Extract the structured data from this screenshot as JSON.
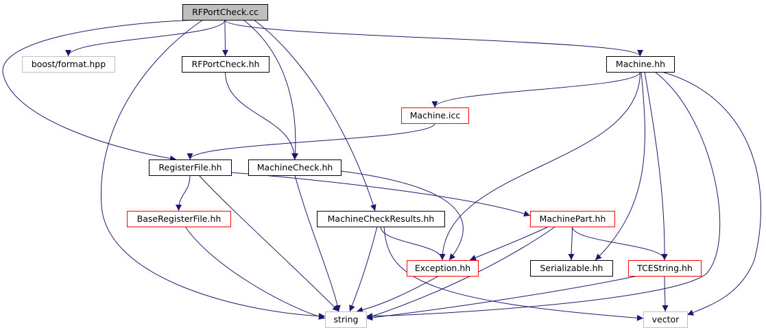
{
  "colors": {
    "edge": "#191970",
    "root_fill": "#bfbfbf",
    "documented_border": "#000000",
    "error_border": "#ff0000",
    "external_border": "#bfbfbf"
  },
  "nodes": [
    {
      "id": "rfportcheck_cc",
      "label": "RFPortCheck.cc",
      "kind": "root"
    },
    {
      "id": "boost_format",
      "label": "boost/format.hpp",
      "kind": "external"
    },
    {
      "id": "rfportcheck_hh",
      "label": "RFPortCheck.hh",
      "kind": "documented"
    },
    {
      "id": "machine_hh",
      "label": "Machine.hh",
      "kind": "documented"
    },
    {
      "id": "machine_icc",
      "label": "Machine.icc",
      "kind": "error"
    },
    {
      "id": "registerfile_hh",
      "label": "RegisterFile.hh",
      "kind": "documented"
    },
    {
      "id": "machinecheck_hh",
      "label": "MachineCheck.hh",
      "kind": "documented"
    },
    {
      "id": "baseregisterfile_hh",
      "label": "BaseRegisterFile.hh",
      "kind": "error"
    },
    {
      "id": "machinecheckresults_hh",
      "label": "MachineCheckResults.hh",
      "kind": "documented"
    },
    {
      "id": "machinepart_hh",
      "label": "MachinePart.hh",
      "kind": "error"
    },
    {
      "id": "exception_hh",
      "label": "Exception.hh",
      "kind": "error"
    },
    {
      "id": "serializable_hh",
      "label": "Serializable.hh",
      "kind": "documented"
    },
    {
      "id": "tcestring_hh",
      "label": "TCEString.hh",
      "kind": "error"
    },
    {
      "id": "string",
      "label": "string",
      "kind": "external"
    },
    {
      "id": "vector",
      "label": "vector",
      "kind": "external"
    }
  ],
  "edges": [
    [
      "rfportcheck_cc",
      "boost_format"
    ],
    [
      "rfportcheck_cc",
      "rfportcheck_hh"
    ],
    [
      "rfportcheck_cc",
      "machine_hh"
    ],
    [
      "rfportcheck_cc",
      "registerfile_hh"
    ],
    [
      "rfportcheck_cc",
      "machinecheck_hh"
    ],
    [
      "rfportcheck_cc",
      "machinecheckresults_hh"
    ],
    [
      "rfportcheck_cc",
      "string"
    ],
    [
      "rfportcheck_hh",
      "machinecheck_hh"
    ],
    [
      "machine_hh",
      "machine_icc"
    ],
    [
      "machine_hh",
      "exception_hh"
    ],
    [
      "machine_hh",
      "serializable_hh"
    ],
    [
      "machine_hh",
      "tcestring_hh"
    ],
    [
      "machine_hh",
      "string"
    ],
    [
      "machine_hh",
      "vector"
    ],
    [
      "machine_icc",
      "registerfile_hh"
    ],
    [
      "registerfile_hh",
      "baseregisterfile_hh"
    ],
    [
      "registerfile_hh",
      "machinepart_hh"
    ],
    [
      "registerfile_hh",
      "string"
    ],
    [
      "machinecheck_hh",
      "exception_hh"
    ],
    [
      "machinecheck_hh",
      "string"
    ],
    [
      "baseregisterfile_hh",
      "string"
    ],
    [
      "machinecheckresults_hh",
      "exception_hh"
    ],
    [
      "machinecheckresults_hh",
      "string"
    ],
    [
      "machinecheckresults_hh",
      "vector"
    ],
    [
      "machinepart_hh",
      "exception_hh"
    ],
    [
      "machinepart_hh",
      "serializable_hh"
    ],
    [
      "machinepart_hh",
      "tcestring_hh"
    ],
    [
      "machinepart_hh",
      "string"
    ],
    [
      "exception_hh",
      "string"
    ],
    [
      "tcestring_hh",
      "string"
    ],
    [
      "tcestring_hh",
      "vector"
    ]
  ]
}
